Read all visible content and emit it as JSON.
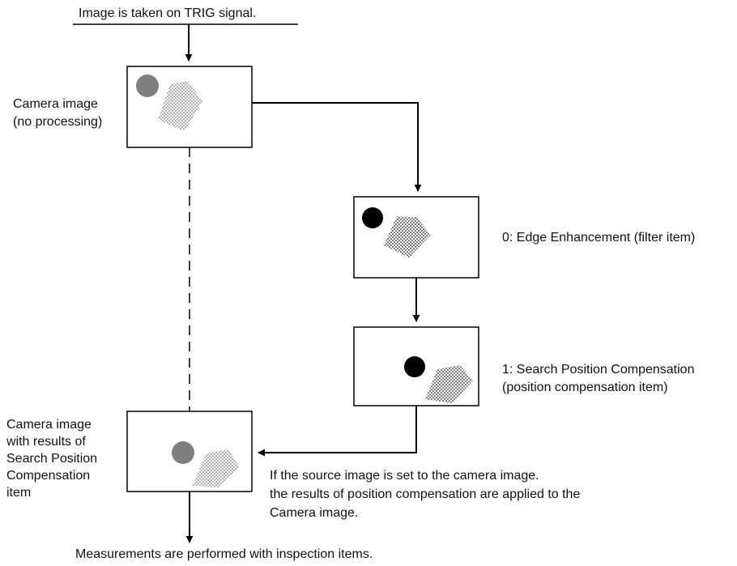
{
  "trigger_caption": "Image is taken on TRIG signal.",
  "camera_image": {
    "label_line1": "Camera image",
    "label_line2": "(no processing)"
  },
  "edge_enhancement": {
    "label": "0: Edge Enhancement (filter item)"
  },
  "search_position": {
    "label_line1": "1: Search Position Compensation",
    "label_line2": "(position compensation item)"
  },
  "result_image": {
    "label_line1": "Camera image",
    "label_line2": "with results of",
    "label_line3": "Search Position",
    "label_line4": "Compensation",
    "label_line5": "item"
  },
  "note": {
    "line1": "If the source image is set to the camera image.",
    "line2": "the results of position compensation are applied to the",
    "line3": "Camera image."
  },
  "footer_caption": "Measurements are performed with inspection items.",
  "colors": {
    "gray_circle": "#7f7f7f",
    "black_circle": "#000000",
    "line": "#000000"
  }
}
